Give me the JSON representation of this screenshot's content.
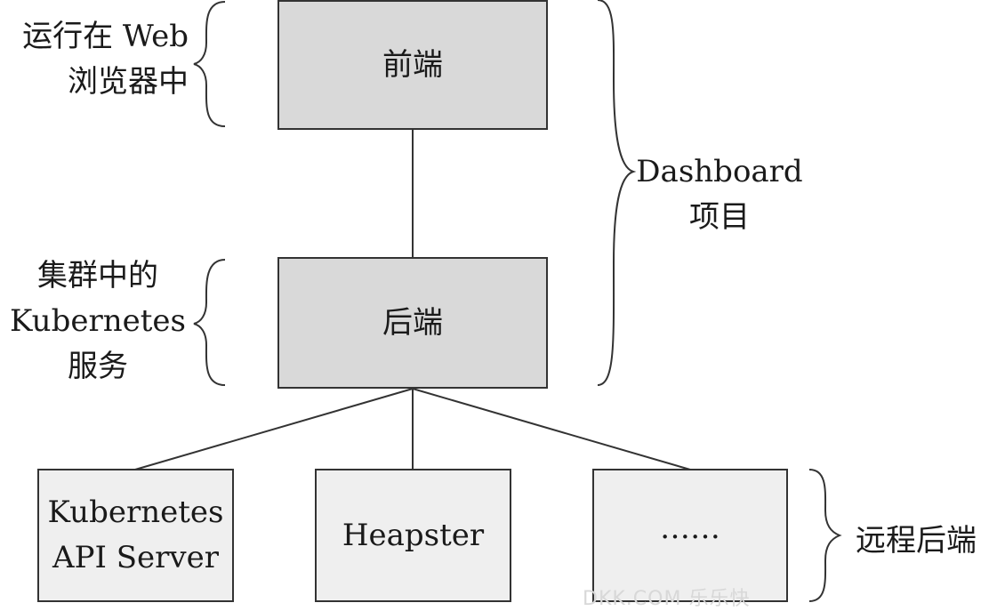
{
  "nodes": {
    "frontend": "前端",
    "backend": "后端",
    "api_server": [
      "Kubernetes",
      "API Server"
    ],
    "heapster": "Heapster",
    "more": "……"
  },
  "annotations": {
    "browser": [
      "运行在 Web",
      "浏览器中"
    ],
    "cluster_service": [
      "集群中的",
      "Kubernetes",
      "服务"
    ],
    "dashboard_project": [
      "Dashboard",
      "项目"
    ],
    "remote_backends": "远程后端"
  },
  "watermark": "DKK.COM 乐乐快"
}
